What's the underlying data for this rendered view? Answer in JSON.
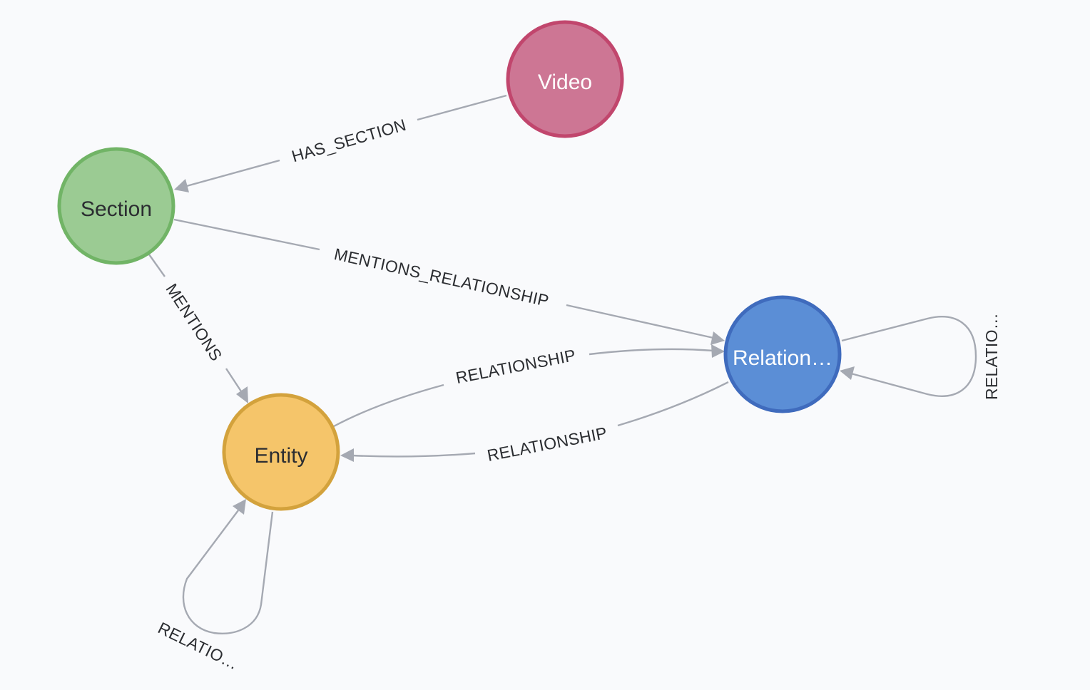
{
  "nodes": [
    {
      "id": "video",
      "label": "Video",
      "fill": "#cd7694",
      "stroke": "#c1466d",
      "text_color": "#ffffff"
    },
    {
      "id": "section",
      "label": "Section",
      "fill": "#9bcb93",
      "stroke": "#71b466",
      "text_color": "#2b2d31"
    },
    {
      "id": "entity",
      "label": "Entity",
      "fill": "#f5c56a",
      "stroke": "#d3a23c",
      "text_color": "#2b2d31"
    },
    {
      "id": "relationship",
      "label": "Relation…",
      "fill": "#5b8ed6",
      "stroke": "#3f6bbd",
      "text_color": "#ffffff"
    }
  ],
  "edges": [
    {
      "id": "has-section",
      "from": "video",
      "to": "section",
      "label": "HAS_SECTION"
    },
    {
      "id": "mentions-relationship",
      "from": "section",
      "to": "relationship",
      "label": "MENTIONS_RELATIONSHIP"
    },
    {
      "id": "mentions",
      "from": "section",
      "to": "entity",
      "label": "MENTIONS"
    },
    {
      "id": "entity-to-relationship",
      "from": "entity",
      "to": "relationship",
      "label": "RELATIONSHIP"
    },
    {
      "id": "relationship-to-entity",
      "from": "relationship",
      "to": "entity",
      "label": "RELATIONSHIP"
    },
    {
      "id": "relationship-self-loop",
      "from": "relationship",
      "to": "relationship",
      "label": "RELATIO…"
    },
    {
      "id": "entity-self-loop",
      "from": "entity",
      "to": "entity",
      "label": "RELATIO…"
    }
  ]
}
